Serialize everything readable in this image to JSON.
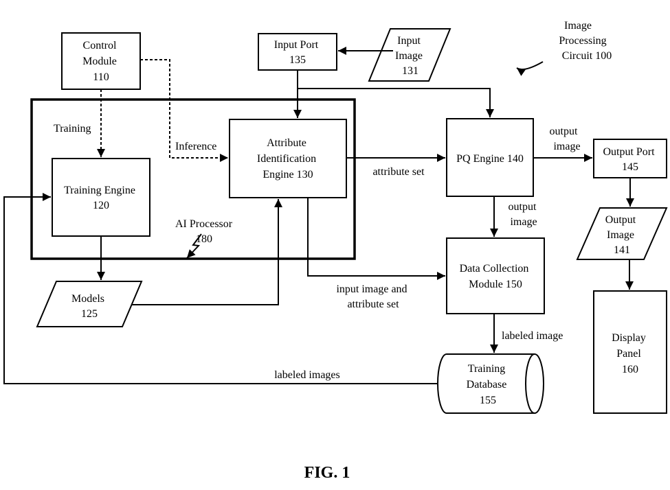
{
  "labels": {
    "circuit": [
      "Image",
      "Processing",
      "Circuit 100"
    ],
    "control_module": [
      "Control",
      "Module",
      "110"
    ],
    "input_port": [
      "Input Port",
      "135"
    ],
    "input_image": [
      "Input",
      "Image",
      "131"
    ],
    "training_label": "Training",
    "inference_label": "Inference",
    "attr_engine": [
      "Attribute",
      "Identification",
      "Engine 130"
    ],
    "training_engine": [
      "Training Engine",
      "120"
    ],
    "ai_processor": [
      "AI Processor",
      "180"
    ],
    "pq_engine": "PQ Engine 140",
    "attribute_set": "attribute set",
    "output_image_top": [
      "output",
      "image"
    ],
    "output_port": [
      "Output Port",
      "145"
    ],
    "output_image_mid": [
      "output",
      "image"
    ],
    "output_image_box": [
      "Output",
      "Image",
      "141"
    ],
    "models": [
      "Models",
      "125"
    ],
    "input_image_attr": [
      "input image and",
      "attribute set"
    ],
    "data_collection": [
      "Data Collection",
      "Module 150"
    ],
    "labeled_image": "labeled image",
    "display_panel": [
      "Display",
      "Panel",
      "160"
    ],
    "labeled_images": "labeled images",
    "training_db": [
      "Training",
      "Database",
      "155"
    ],
    "figure": "FIG. 1"
  }
}
